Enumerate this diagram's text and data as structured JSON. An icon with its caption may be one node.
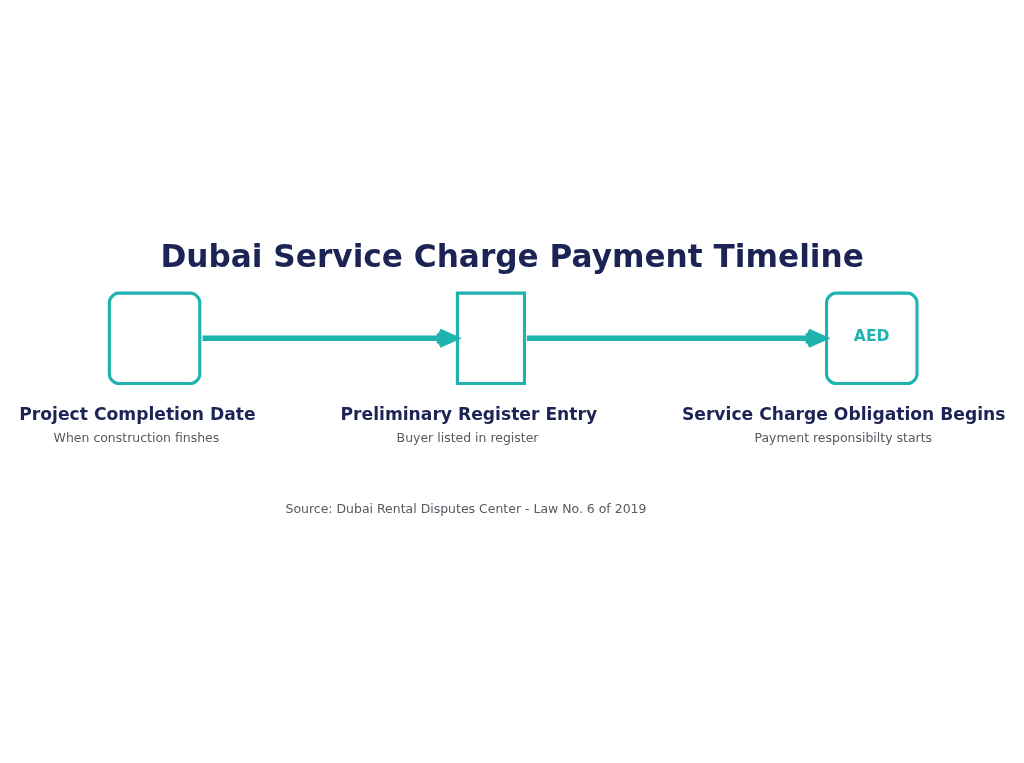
{
  "diagram": {
    "title": "Dubai Service Charge Payment Timeline",
    "caption": "Source: Dubai Rental Disputes Center - Law No. 6 of 2019",
    "nodes": [
      {
        "text": [
          "Project Completion Date",
          "When construction finshes"
        ]
      },
      {
        "text": [
          "Preliminary Register Entry",
          "Buyer listed in register"
        ]
      },
      {
        "text": [
          "AED",
          "Service Charge Obligation Begins",
          "Payment responsibilty starts"
        ]
      }
    ],
    "edges": [
      {
        "from": 0,
        "to": 1,
        "arrow": "to"
      },
      {
        "from": 1,
        "to": 2,
        "arrow": "to"
      }
    ]
  }
}
